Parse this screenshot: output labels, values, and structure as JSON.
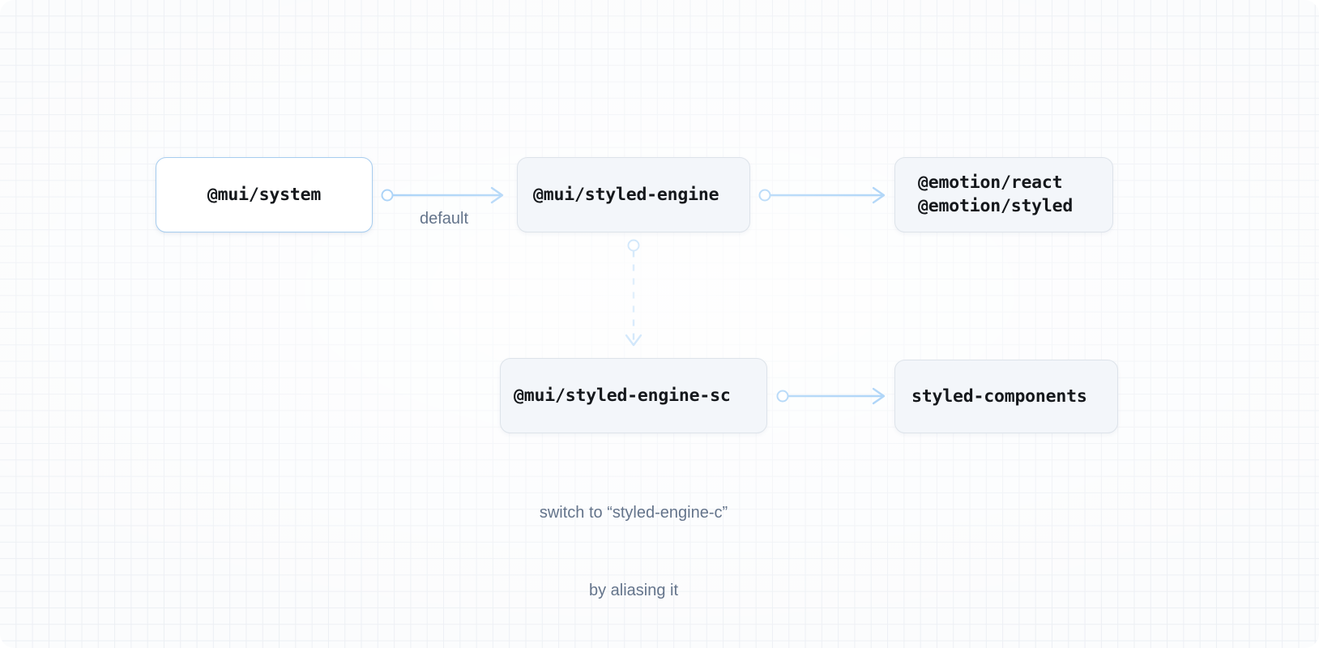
{
  "diagram": {
    "title": "MUI styled engine dependency diagram",
    "colors": {
      "accent_blue": "#5aa9f0",
      "primary_border": "#a7cdef",
      "node_fill": "#f3f6fa",
      "node_border": "#dde3ea",
      "label_text": "#64748b",
      "node_text": "#15181c",
      "grid_line": "#eceff4",
      "background": "#fbfcfd"
    },
    "nodes": [
      {
        "id": "system",
        "label": "@mui/system",
        "style": "primary"
      },
      {
        "id": "engine",
        "label": "@mui/styled-engine",
        "style": "secondary"
      },
      {
        "id": "emotion",
        "label_line1": "@emotion/react",
        "label_line2": "@emotion/styled",
        "style": "secondary"
      },
      {
        "id": "engine_sc",
        "label": "@mui/styled-engine-sc",
        "style": "secondary"
      },
      {
        "id": "sc",
        "label": "styled-components",
        "style": "secondary"
      }
    ],
    "edges": [
      {
        "id": "system-to-engine",
        "from": "system",
        "to": "engine",
        "label": "default",
        "dashed": false
      },
      {
        "id": "engine-to-emotion",
        "from": "engine",
        "to": "emotion",
        "label": "",
        "dashed": false
      },
      {
        "id": "engine-to-engine-sc",
        "from": "engine",
        "to": "engine_sc",
        "label": "",
        "dashed": true
      },
      {
        "id": "engine-sc-to-sc",
        "from": "engine_sc",
        "to": "sc",
        "label": "",
        "dashed": false
      }
    ],
    "labels": {
      "default": "default",
      "switch_line1": "switch to “styled-engine-c”",
      "switch_line2": "by aliasing it"
    }
  }
}
